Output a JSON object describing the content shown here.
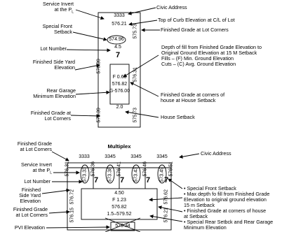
{
  "single": {
    "service_invert_1": "Service Invert",
    "service_invert_2": "at the P",
    "service_invert_sub": "L",
    "special_front_1": "Special Front",
    "special_front_2": "Setback",
    "lot_number": "Lot Number",
    "side_yard_1": "Finished Side Yard",
    "side_yard_2": "Elevation",
    "rear_garage_1": "Rear Garage",
    "rear_garage_2": "Minimum Elevation",
    "corners_1": "Finished Grade at",
    "corners_2": "Lot Corners",
    "civic_address": "Civic Address",
    "top_curb": "Top of Curb Elevation at C/L of Lot",
    "fg_lot_corners": "Finished Grade at Lot Corners",
    "depth_1": "Depth of fill from Finished Grade Elevation to",
    "depth_2": "Original Ground Elevation at 15 M Setback",
    "depth_3": "Fills – (F) Min. Ground Elevation",
    "depth_4": "Cuts – (C) Avg. Ground Elevation",
    "fg_house_1": "Finished Grade at corners of",
    "fg_house_2": "house at House Setback",
    "house_setback": "House Setback",
    "civic_num": "3333",
    "curb_elev": "576.21",
    "corner_tr": "575.73",
    "front_setback": "574.96",
    "setback_val": "4.5",
    "lot_num": "7",
    "side_yard_val": "576.39",
    "corner_r2": "576.31",
    "fill_val": "F 0.66",
    "house_elev": "576.82",
    "garage_val": "G-576.00",
    "house_setback_val": "2.0",
    "corner_bl": "575.39",
    "corner_br": "575.73"
  },
  "multi": {
    "title": "Multiplex",
    "fg_lot_1": "Finished Grade",
    "fg_lot_2": "at Lot Corners",
    "service_1": "Service Invert",
    "service_2": "at the P",
    "service_sub": "L",
    "lot_number": "Lot Number",
    "side_yard_1": "Finished",
    "side_yard_2": "Side Yard",
    "side_yard_3": "Elevation",
    "fg_corners_1": "Finished Grade",
    "fg_corners_2": "at Lot Corners",
    "pvi": "PVI Elevation",
    "civic_address": "Civic Address",
    "civic_nums": [
      "3333",
      "3345",
      "3345",
      "3345"
    ],
    "ovals": [
      "573.33",
      "573.38",
      "573.43",
      "573.49"
    ],
    "lot_nums": [
      "7",
      "7",
      "7",
      "7"
    ],
    "top_elevs": [
      "576.31",
      "576.36",
      "576.41",
      "576.46",
      "576.51"
    ],
    "left_side": "576.72",
    "right_side": "576.62",
    "left_corner": "576.15",
    "right_corner": "576.21",
    "box_1": "4.50",
    "box_2": "F 1.23",
    "box_3": "576.82",
    "box_4": "1.5–579.52",
    "pvi_val": "579.34",
    "notes": [
      "• Special Front Setback",
      "• Max depth fo fill from Finished Grade",
      "Elevation to original ground elevation",
      "15 m Setback",
      "• Finished Grade at corners of house",
      "at Setback",
      "• Special Rear Setbck and Rear Garage",
      "Minimum Elevation"
    ]
  }
}
